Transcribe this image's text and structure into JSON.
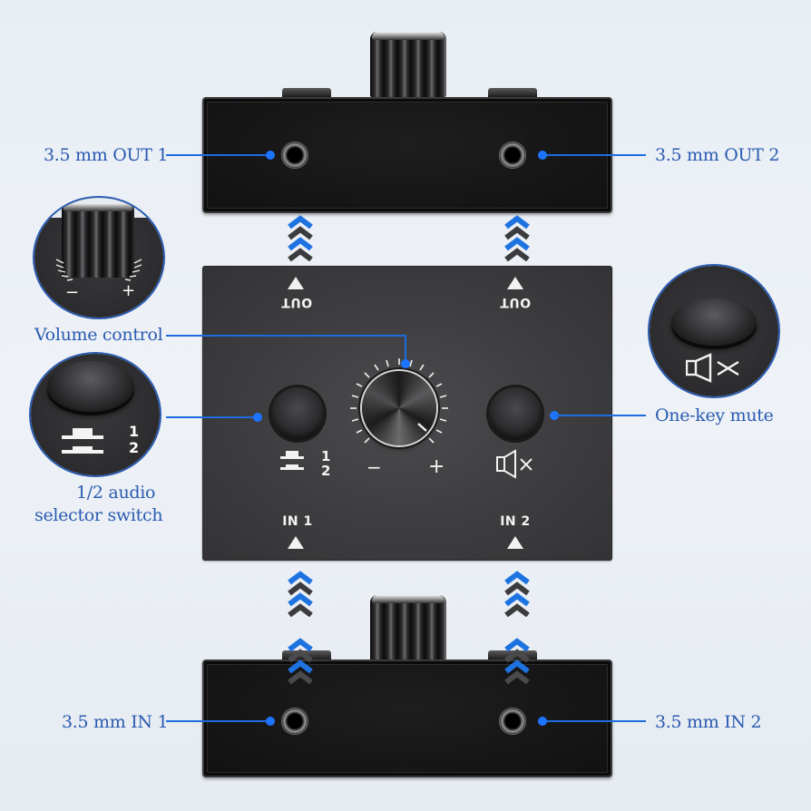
{
  "colors": {
    "label_text": "#2a5bb0",
    "leader_line": "#1c6ce0",
    "dot": "#1c74ff",
    "device_body": "#3c3c3e",
    "chevron_blue": "#1e73e0",
    "chevron_dark": "#3c3c3e"
  },
  "callouts": {
    "out1": "3.5 mm OUT 1",
    "out2": "3.5 mm OUT 2",
    "volume": "Volume control",
    "selector_line1": "1/2 audio",
    "selector_line2": "selector switch",
    "mute": "One-key mute",
    "in1": "3.5 mm IN 1",
    "in2": "3.5 mm IN 2"
  },
  "panel": {
    "out_left": "OUT",
    "out_right": "OUT",
    "in_left": "IN 1",
    "in_right": "IN 2",
    "selector_num1": "1",
    "selector_num2": "2",
    "volume_minus": "−",
    "volume_plus": "+"
  },
  "zoom_insets": {
    "knob": {
      "minus": "−",
      "plus": "+"
    },
    "selector": {
      "num1": "1",
      "num2": "2"
    },
    "mute": {
      "icon": "speaker-mute-icon"
    }
  },
  "icons": {
    "selector": "selector-1-2-icon",
    "mute": "speaker-mute-icon",
    "volume": "volume-knob-icon",
    "flow_arrows": "chevron-up-icon"
  }
}
